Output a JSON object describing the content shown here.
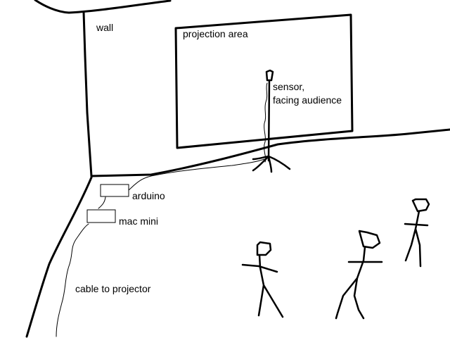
{
  "labels": {
    "wall": "wall",
    "projection_area": "projection area",
    "sensor_line1": "sensor,",
    "sensor_line2": "facing audience",
    "arduino": "arduino",
    "mac_mini": "mac mini",
    "cable": "cable to projector"
  },
  "colors": {
    "ink": "#000000",
    "background": "#ffffff"
  }
}
